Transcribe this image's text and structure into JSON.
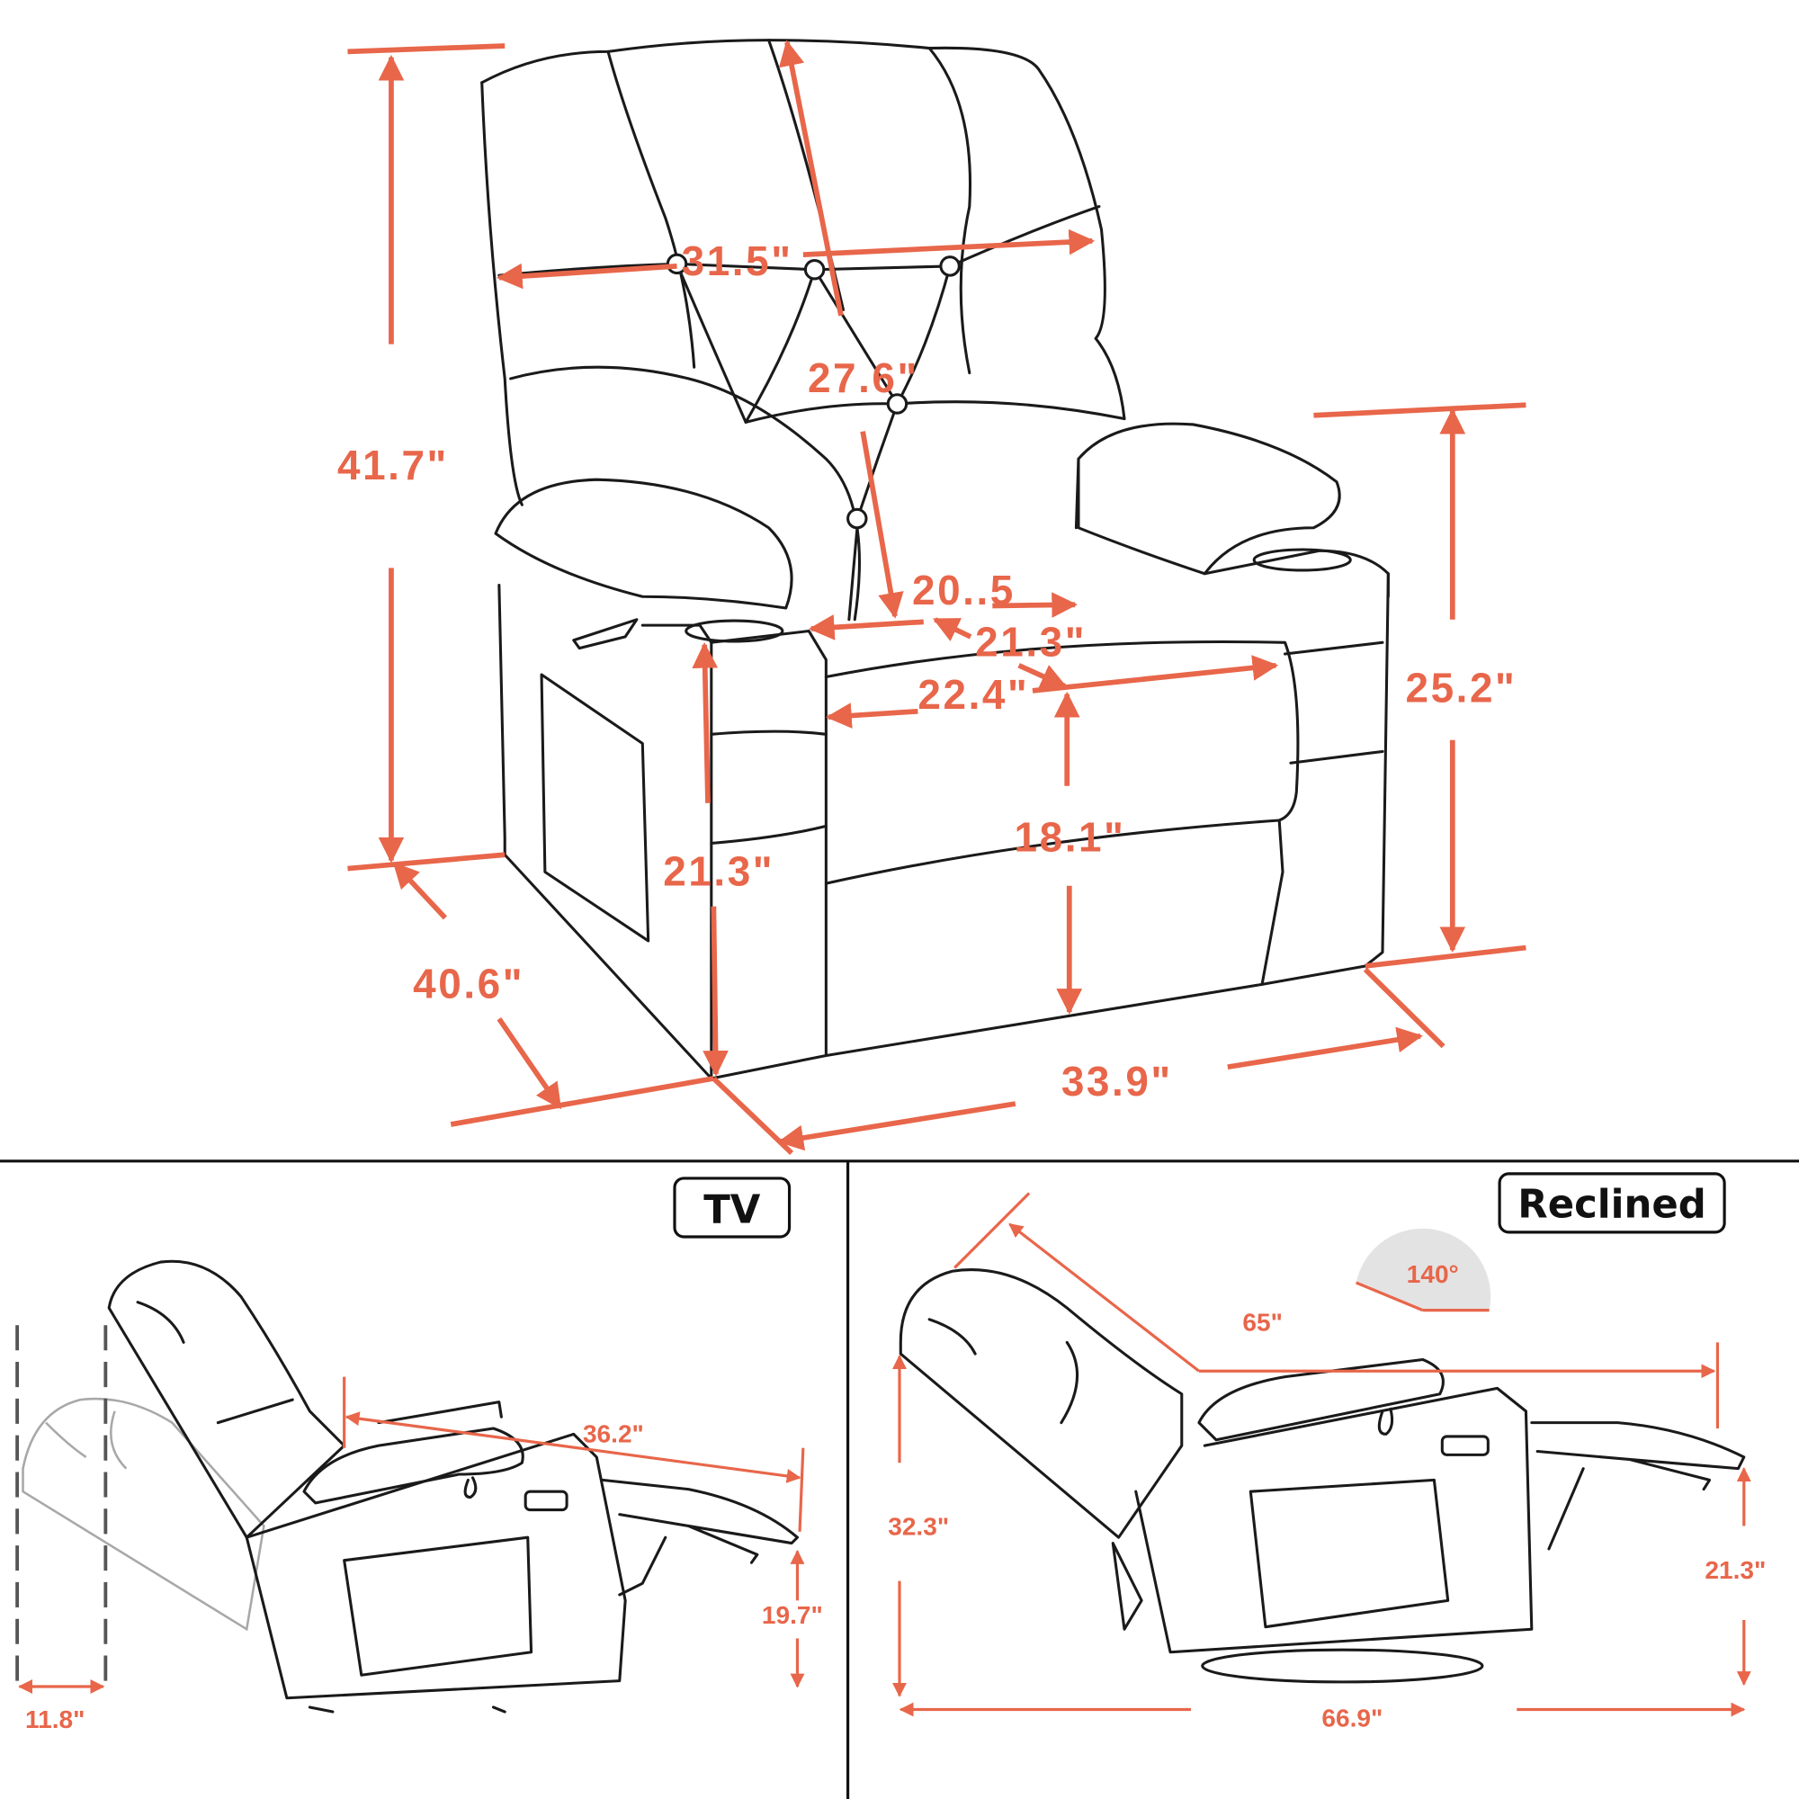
{
  "colors": {
    "dimension": "#e8664a",
    "outline": "#1a1a1a",
    "ghost": "#a8a8a8"
  },
  "main_view": {
    "width_top": "31.5\"",
    "back_height": "27.6\"",
    "total_height": "41.7\"",
    "seat_width_back": "20..5",
    "seat_depth": "21.3\"",
    "seat_width": "22.4\"",
    "arm_height": "25.2\"",
    "seat_height": "18.1\"",
    "arm_front_height": "21.3\"",
    "depth": "40.6\"",
    "width": "33.9\""
  },
  "tv_view": {
    "tag": "TV",
    "length": "36.2\"",
    "wall_clearance": "11.8\"",
    "footrest_height": "19.7\""
  },
  "reclined_view": {
    "tag": "Reclined",
    "angle": "140°",
    "length": "65\"",
    "height": "32.3\"",
    "footrest_height": "21.3\"",
    "total_length": "66.9\""
  }
}
